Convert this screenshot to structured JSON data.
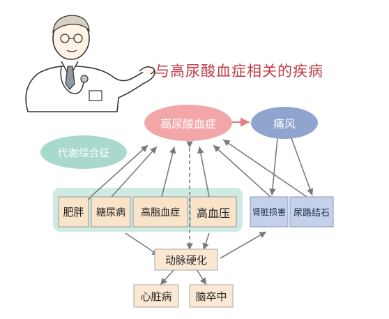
{
  "title": "与高尿酸血症相关的疾病",
  "nodes": {
    "hyperuricemia": "高尿酸血症",
    "gout": "痛风",
    "metabolic_syndrome": "代谢综合征",
    "obesity": "肥胖",
    "diabetes": "糖尿病",
    "hyperlipidemia": "高脂血症",
    "hypertension": "高血压",
    "kidney_damage": "肾脏损害",
    "urinary_stones": "尿路结石",
    "arteriosclerosis": "动脉硬化",
    "heart_disease": "心脏病",
    "stroke": "脑卒中"
  },
  "colors": {
    "title": "#c23a46",
    "hyperuricemia_fill": "#f2a6a8",
    "gout_fill": "#8fa4cf",
    "metabolic_fill": "#a9d8cf",
    "group_fill": "#cfe9e3",
    "green_box": "#f9e4c9",
    "blue_box": "#c5d1ea",
    "bottom_box": "#fbe8d3",
    "arrow": "#7f7f7f"
  }
}
